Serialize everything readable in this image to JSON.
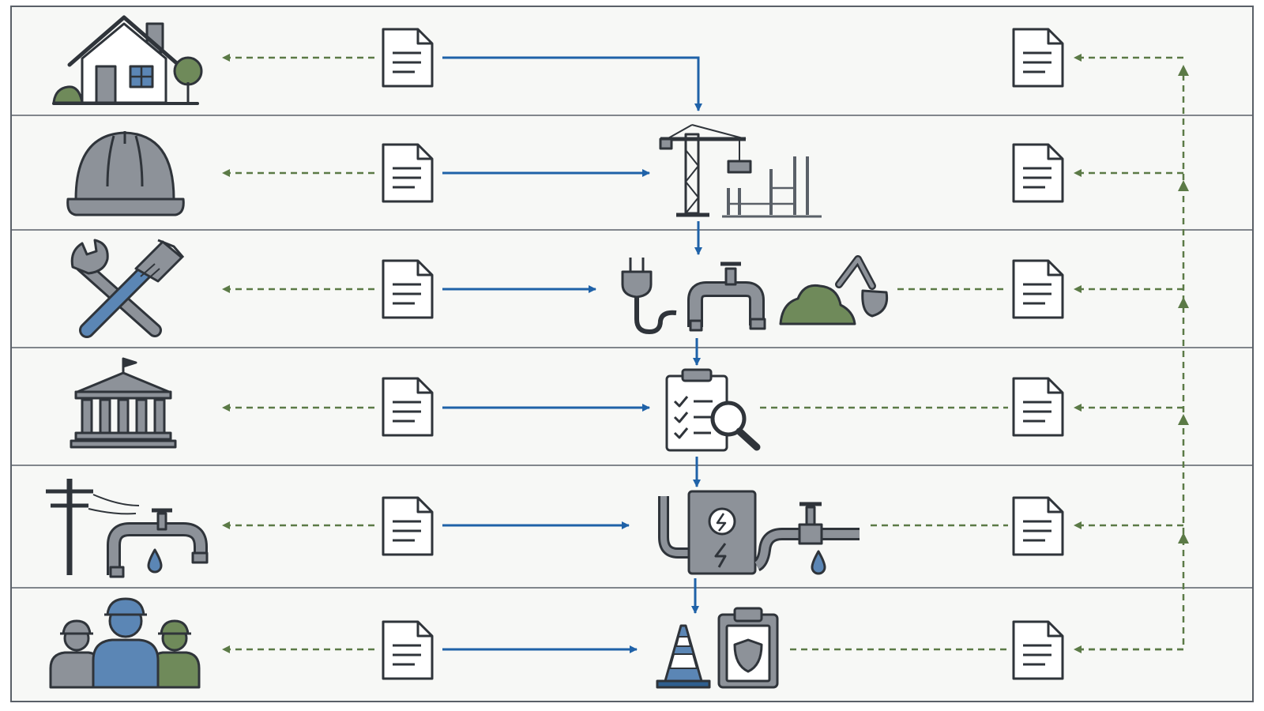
{
  "diagram": {
    "lanes": [
      {
        "id": "owner",
        "actor_icon": "house-icon"
      },
      {
        "id": "contractor",
        "actor_icon": "hard-hat-icon"
      },
      {
        "id": "trades",
        "actor_icon": "wrench-and-pipe-wrench-icon"
      },
      {
        "id": "authority",
        "actor_icon": "government-building-icon"
      },
      {
        "id": "utilities",
        "actor_icon": "utility-pole-and-faucet-icon"
      },
      {
        "id": "workers",
        "actor_icon": "construction-workers-icon"
      }
    ],
    "stages": [
      {
        "lane": "contractor",
        "icons": [
          "tower-crane-icon",
          "steel-frame-icon"
        ]
      },
      {
        "lane": "trades",
        "icons": [
          "electrical-plug-icon",
          "water-tap-icon",
          "excavator-icon"
        ]
      },
      {
        "lane": "authority",
        "icons": [
          "inspection-checklist-icon",
          "magnifier-icon"
        ]
      },
      {
        "lane": "utilities",
        "icons": [
          "utility-meter-box-icon",
          "water-valve-icon"
        ]
      },
      {
        "lane": "workers",
        "icons": [
          "traffic-cone-icon",
          "safety-clipboard-icon"
        ]
      }
    ],
    "document_icon": "document-icon",
    "colors": {
      "background": "#f7f8f6",
      "grid": "#5a6068",
      "icon_outline": "#2f343a",
      "icon_fill": "#8d9299",
      "accent_blue": "#1f62a8",
      "accent_blue_fill": "#5b86b5",
      "accent_green": "#5b7a46",
      "accent_green_fill": "#6f8a5a"
    }
  }
}
